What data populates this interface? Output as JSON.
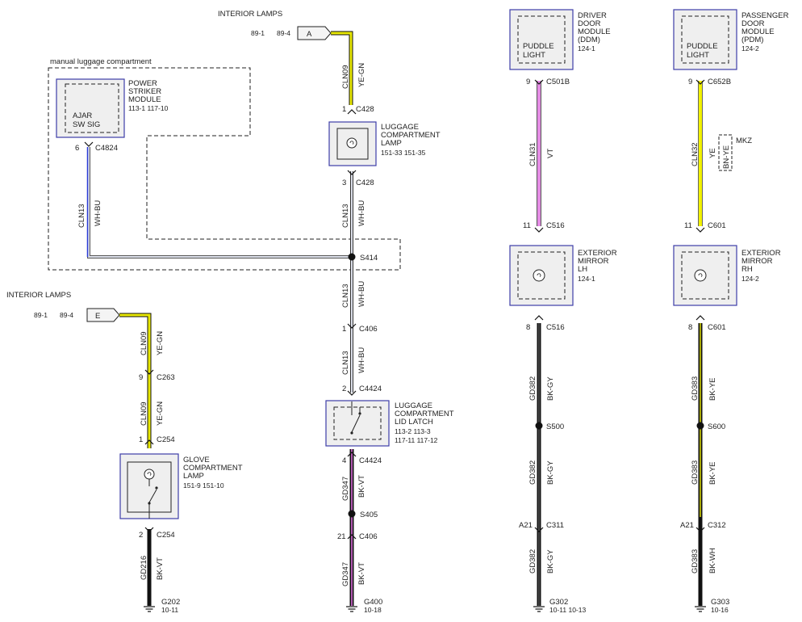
{
  "modules": {
    "striker": {
      "inner": [
        "AJAR",
        "SW SIG"
      ],
      "title": [
        "POWER",
        "STRIKER",
        "MODULE"
      ],
      "refs": "113-1    117-10"
    },
    "lamp_luggage": {
      "title": [
        "LUGGAGE",
        "COMPARTMENT",
        "LAMP"
      ],
      "refs": "151-33   151-35"
    },
    "latch": {
      "title": [
        "LUGGAGE",
        "COMPARTMENT",
        "LID LATCH"
      ],
      "refs1": "113-2    113-3",
      "refs2": "117-11   117-12"
    },
    "glove": {
      "title": [
        "GLOVE",
        "COMPARTMENT",
        "LAMP"
      ],
      "refs": "151-9    151-10"
    },
    "ddm": {
      "inner": [
        "PUDDLE",
        "LIGHT"
      ],
      "title": [
        "DRIVER",
        "DOOR",
        "MODULE",
        "(DDM)"
      ],
      "refs": "124-1"
    },
    "pdm": {
      "inner": [
        "PUDDLE",
        "LIGHT"
      ],
      "title": [
        "PASSENGER",
        "DOOR",
        "MODULE",
        "(PDM)"
      ],
      "refs": "124-2"
    },
    "mirror_lh": {
      "title": [
        "EXTERIOR",
        "MIRROR",
        "LH"
      ],
      "refs": "124-1"
    },
    "mirror_rh": {
      "title": [
        "EXTERIOR",
        "MIRROR",
        "RH"
      ],
      "refs": "124-2"
    }
  },
  "labels": {
    "interior_top": "INTERIOR LAMPS",
    "interior_left": "INTERIOR LAMPS",
    "manual": "manual luggage compartment",
    "mkz": "MKZ",
    "flag_a": "A",
    "flag_e": "E",
    "ref_a1": "89-1",
    "ref_a2": "89-4",
    "ref_e1": "89-1",
    "ref_e2": "89-4"
  },
  "connectors": [
    {
      "pin": "1",
      "name": "C428"
    },
    {
      "pin": "3",
      "name": "C428"
    },
    {
      "pin": "6",
      "name": "C4824"
    },
    {
      "pin": "1",
      "name": "C406"
    },
    {
      "pin": "2",
      "name": "C4424"
    },
    {
      "pin": "4",
      "name": "C4424"
    },
    {
      "pin": "21",
      "name": "C406"
    },
    {
      "pin": "9",
      "name": "C263"
    },
    {
      "pin": "1",
      "name": "C254"
    },
    {
      "pin": "2",
      "name": "C254"
    },
    {
      "pin": "9",
      "name": "C501B"
    },
    {
      "pin": "11",
      "name": "C516"
    },
    {
      "pin": "8",
      "name": "C516"
    },
    {
      "pin": "A21",
      "name": "C311"
    },
    {
      "pin": "9",
      "name": "C652B"
    },
    {
      "pin": "11",
      "name": "C601"
    },
    {
      "pin": "8",
      "name": "C601"
    },
    {
      "pin": "A21",
      "name": "C312"
    }
  ],
  "splices": [
    "S414",
    "S405",
    "S500",
    "S600"
  ],
  "grounds": [
    {
      "name": "G202",
      "ref": "10-11"
    },
    {
      "name": "G400",
      "ref": "10-18"
    },
    {
      "name": "G302",
      "ref": "10-11   10-13"
    },
    {
      "name": "G303",
      "ref": "10-16"
    }
  ],
  "wires": [
    {
      "circuit": "CLN09",
      "color": "YE-GN",
      "hex": "#e8e800"
    },
    {
      "circuit": "CLN13",
      "color": "WH-BU",
      "hex": "#2b3bd6"
    },
    {
      "circuit": "CLN13",
      "color": "WH-BU",
      "hex": "#9aa3c0"
    },
    {
      "circuit": "CLN13",
      "color": "WH-BU",
      "hex": "#9aa3c0"
    },
    {
      "circuit": "CLN13",
      "color": "WH-BU",
      "hex": "#9aa3c0"
    },
    {
      "circuit": "GD347",
      "color": "BK-VT",
      "hex": "#d86ad8"
    },
    {
      "circuit": "GD347",
      "color": "BK-VT",
      "hex": "#d86ad8"
    },
    {
      "circuit": "CLN09",
      "color": "YE-GN",
      "hex": "#e8e800"
    },
    {
      "circuit": "CLN09",
      "color": "YE-GN",
      "hex": "#e8e800"
    },
    {
      "circuit": "GD216",
      "color": "BK-VT",
      "hex": "#111111"
    },
    {
      "circuit": "CLN31",
      "color": "VT",
      "hex": "#e48ce4"
    },
    {
      "circuit": "GD382",
      "color": "BK-GY",
      "hex": "#111111"
    },
    {
      "circuit": "GD382",
      "color": "BK-GY",
      "hex": "#111111"
    },
    {
      "circuit": "GD382",
      "color": "BK-GY",
      "hex": "#111111"
    },
    {
      "circuit": "CLN32",
      "color": "YE",
      "hex": "#f2f200"
    },
    {
      "circuit": "GD383",
      "color": "BK-YE",
      "hex": "#111111"
    },
    {
      "circuit": "GD383",
      "color": "BK-YE",
      "hex": "#111111"
    },
    {
      "circuit": "GD383",
      "color": "BK-WH",
      "hex": "#111111"
    }
  ],
  "mkz_alt_color": "BN-YE",
  "colors": {
    "module_border": "#3d3da8",
    "module_fill": "#efefef",
    "wire_outline": "#111111"
  }
}
